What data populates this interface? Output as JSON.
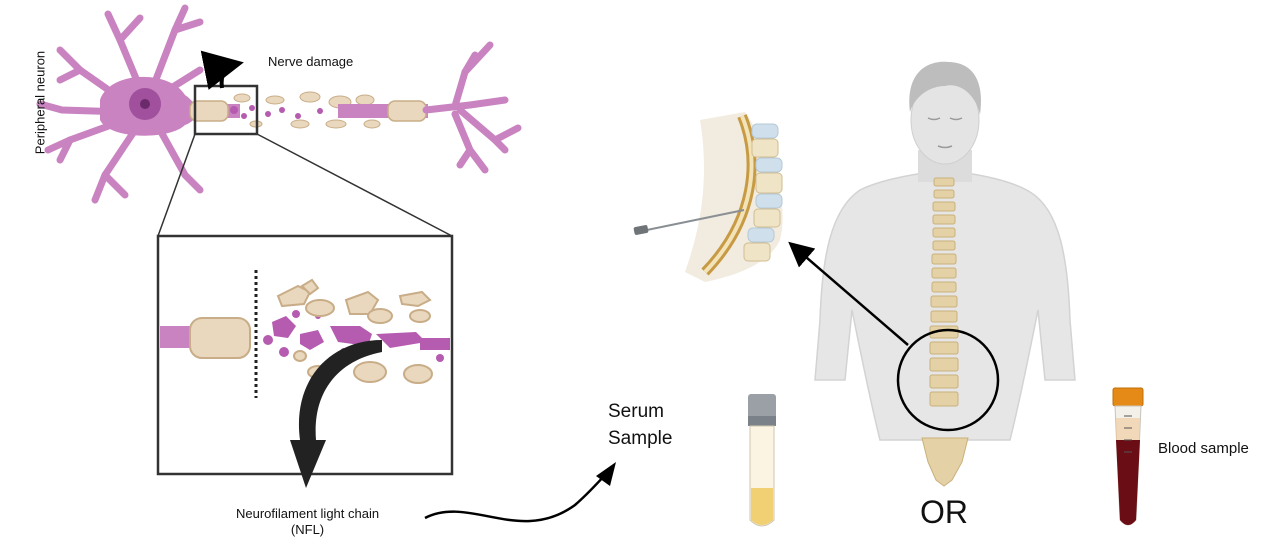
{
  "labels": {
    "peripheral_neuron": "Peripheral neuron",
    "nerve_damage": "Nerve damage",
    "nfl_line1": "Neurofilament light chain",
    "nfl_line2": "(NFL)",
    "serum_line1": "Serum",
    "serum_line2": "Sample",
    "blood_sample": "Blood sample",
    "or": "OR"
  },
  "colors": {
    "neuron": "#c983c0",
    "neuron_dark": "#a0509c",
    "myelin": "#e9d8bd",
    "myelin_edge": "#c8ad88",
    "nfl_fragment": "#b55bb0",
    "body_skin": "#e6e6e6",
    "head": "#bdbdbd",
    "spine": "#e4d2a6",
    "serum": "#f1cf73",
    "blood": "#6b0d14",
    "cap_grey": "#9aa0a6",
    "cap_orange": "#e58a16"
  }
}
